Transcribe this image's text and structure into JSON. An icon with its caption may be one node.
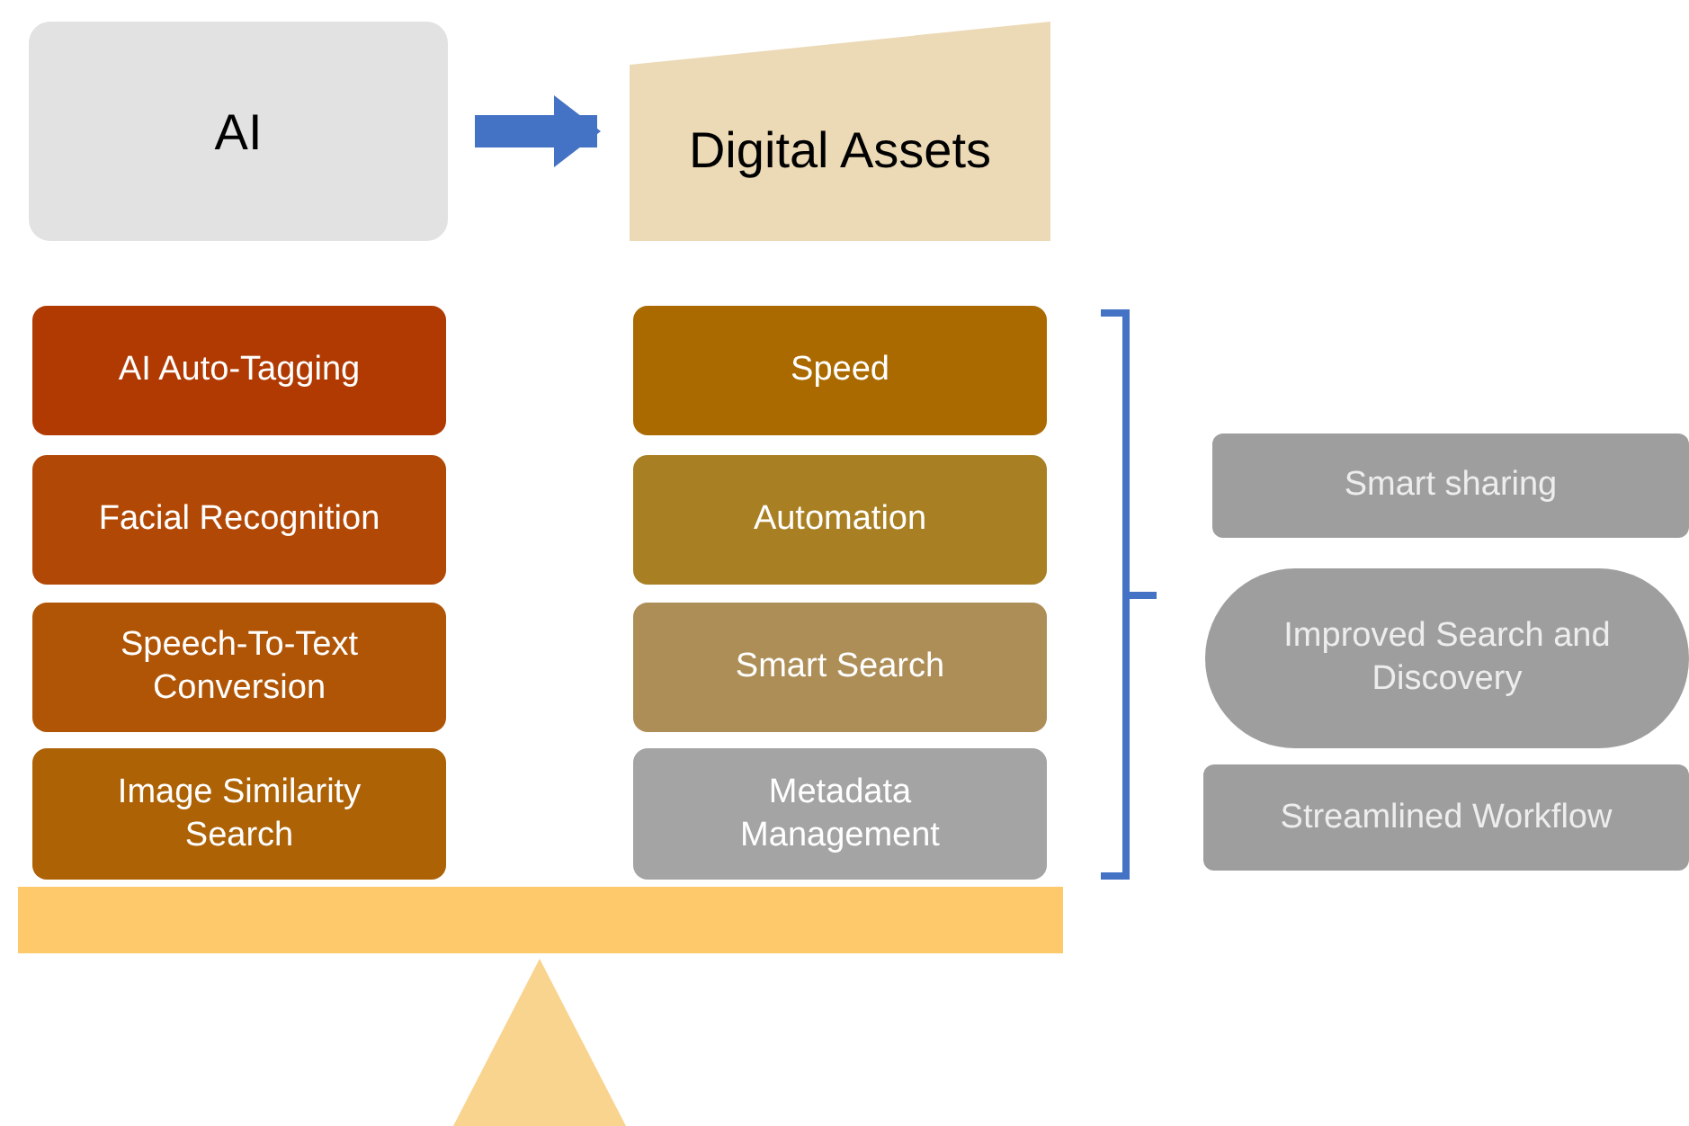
{
  "diagram": {
    "nodes": [
      {
        "text": [
          "AI"
        ]
      },
      {
        "text": [
          "Digital Assets"
        ]
      },
      {
        "text": [
          "AI Auto-Tagging"
        ]
      },
      {
        "text": [
          "Facial Recognition"
        ]
      },
      {
        "text": [
          "Speech-To-Text Conversion"
        ]
      },
      {
        "text": [
          "Image Similarity Search"
        ]
      },
      {
        "text": [
          "Speed"
        ]
      },
      {
        "text": [
          "Automation"
        ]
      },
      {
        "text": [
          "Smart Search"
        ]
      },
      {
        "text": [
          "Metadata Management"
        ]
      },
      {
        "text": [
          "Smart sharing"
        ]
      },
      {
        "text": [
          "Improved Search and Discovery"
        ]
      },
      {
        "text": [
          "Streamlined Workflow"
        ]
      }
    ],
    "edges": [
      {
        "from": 0,
        "to": 1,
        "arrow": "to"
      }
    ]
  }
}
